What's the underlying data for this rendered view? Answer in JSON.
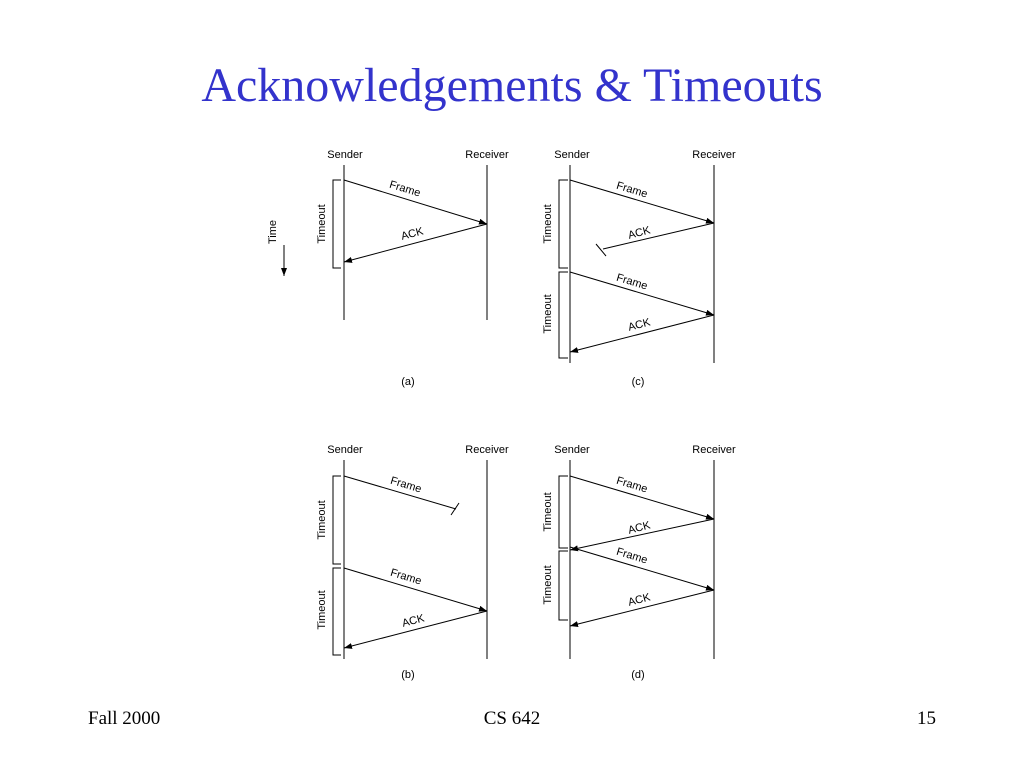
{
  "slide": {
    "title": "Acknowledgements & Timeouts",
    "footer_left": "Fall 2000",
    "footer_center": "CS 642",
    "footer_right": "15"
  },
  "diagram": {
    "time_label": "Time",
    "sender_label": "Sender",
    "receiver_label": "Receiver",
    "panels": [
      {
        "caption": "(a)",
        "timeouts": [
          "Timeout"
        ],
        "messages": [
          "Frame",
          "ACK"
        ],
        "lost": []
      },
      {
        "caption": "(c)",
        "timeouts": [
          "Timeout",
          "Timeout"
        ],
        "messages": [
          "Frame",
          "ACK",
          "Frame",
          "ACK"
        ],
        "lost": [
          "ACK"
        ]
      },
      {
        "caption": "(b)",
        "timeouts": [
          "Timeout",
          "Timeout"
        ],
        "messages": [
          "Frame",
          "Frame",
          "ACK"
        ],
        "lost": [
          "Frame"
        ]
      },
      {
        "caption": "(d)",
        "timeouts": [
          "Timeout",
          "Timeout"
        ],
        "messages": [
          "Frame",
          "ACK",
          "Frame",
          "ACK"
        ],
        "lost": []
      }
    ]
  }
}
